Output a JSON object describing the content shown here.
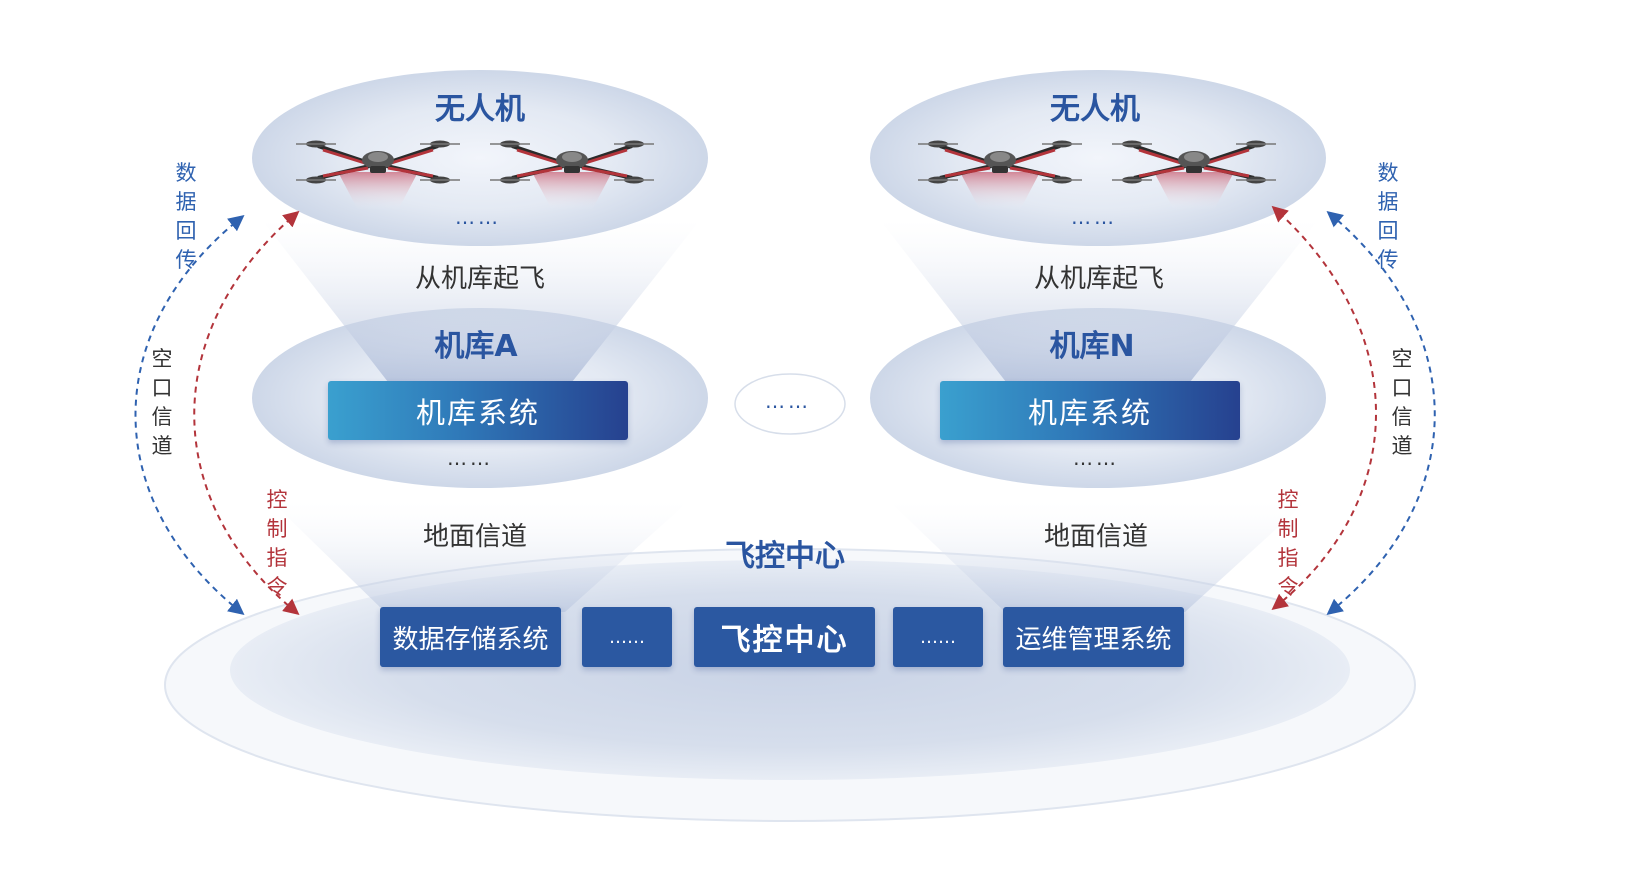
{
  "left": {
    "drone_title": "无人机",
    "drone_dots": "……",
    "takeoff": "从机库起飞",
    "hangar_title": "机库A",
    "hangar_system": "机库系统",
    "hangar_dots": "……",
    "ground_channel": "地面信道"
  },
  "right": {
    "drone_title": "无人机",
    "drone_dots": "……",
    "takeoff": "从机库起飞",
    "hangar_title": "机库N",
    "hangar_system": "机库系统",
    "hangar_dots": "……",
    "ground_channel": "地面信道"
  },
  "middle_dots": "……",
  "side_labels": {
    "data_return": "数据回传",
    "air_channel": "空口信道",
    "control_command": "控制指令"
  },
  "center": {
    "title": "飞控中心",
    "modules": [
      "数据存储系统",
      "……",
      "飞控中心",
      "……",
      "运维管理系统"
    ]
  },
  "colors": {
    "title_blue": "#2a55a0",
    "module_blue": "#2b58a1",
    "arrow_blue": "#2f62b0",
    "arrow_red": "#b3343b",
    "gradient_start": "#3aa0cf",
    "gradient_end": "#26418f"
  },
  "icons": [
    "drone-icon"
  ]
}
